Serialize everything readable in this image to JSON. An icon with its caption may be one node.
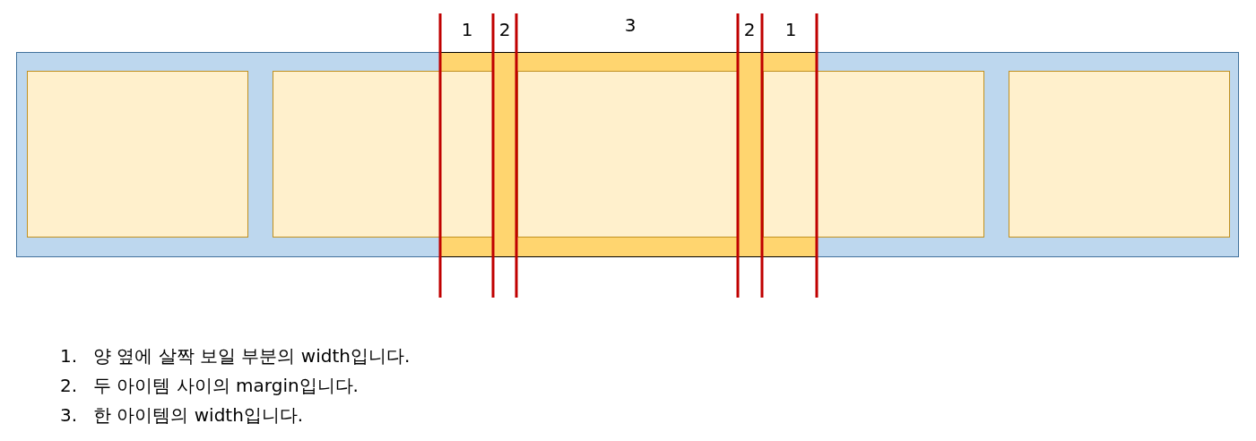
{
  "diagram": {
    "nodes": [
      {
        "text": [],
        "shape": "box"
      },
      {
        "text": [],
        "shape": "box",
        "in": 0
      },
      {
        "text": [],
        "shape": "box",
        "in": 0
      },
      {
        "text": [],
        "shape": "box",
        "in": 0
      },
      {
        "text": [],
        "shape": "box",
        "in": 1
      },
      {
        "text": [],
        "shape": "box",
        "in": 0
      },
      {
        "text": [],
        "shape": "box",
        "in": 0
      }
    ],
    "edges": [],
    "labels": [
      "1",
      "2",
      "3",
      "2",
      "1",
      "1.",
      "양 옆에 살짝 보일 부분의 width입니다.",
      "2.",
      "두 아이템 사이의 margin입니다.",
      "3.",
      "한 아이템의 width입니다."
    ]
  }
}
